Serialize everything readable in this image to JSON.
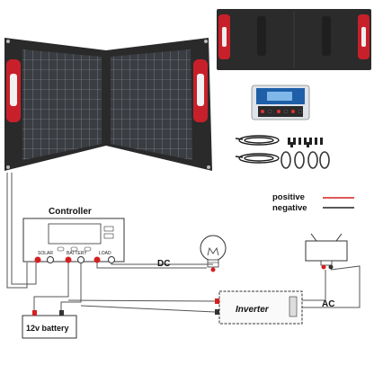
{
  "diagram": {
    "controller_label": "Controller",
    "dc_label": "DC",
    "ac_label": "AC",
    "inverter_label": "Inverter",
    "battery_label": "12v battery",
    "legend": {
      "positive_label": "positive",
      "negative_label": "negative",
      "positive_color": "#d42020",
      "negative_color": "#222222"
    },
    "controller_terminal_labels": [
      "SOLAR",
      "BATTERY",
      "LOAD"
    ]
  },
  "colors": {
    "panel_frame": "#2a2a2a",
    "cell": "#3c3f44",
    "handle": "#c8202a",
    "wire": "#555555"
  },
  "icons": {
    "bulb": "light-bulb-icon",
    "tv": "tv-icon",
    "panel": "solar-panel-icon"
  }
}
